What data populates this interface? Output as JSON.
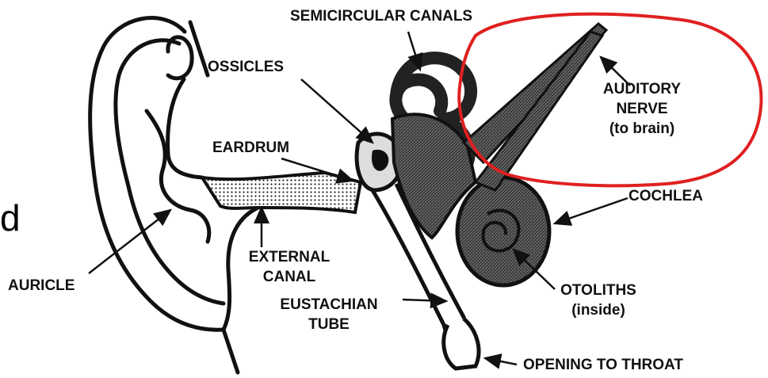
{
  "fragment_char": "d",
  "labels": {
    "semicircular_canals": "SEMICIRCULAR CANALS",
    "ossicles": "OSSICLES",
    "auditory_nerve": [
      "AUDITORY",
      "NERVE",
      "(to brain)"
    ],
    "eardrum": "EARDRUM",
    "cochlea": "COCHLEA",
    "auricle": "AURICLE",
    "external_canal": [
      "EXTERNAL",
      "CANAL"
    ],
    "eustachian_tube": [
      "EUSTACHIAN",
      "TUBE"
    ],
    "otoliths": [
      "OTOLITHS",
      "(inside)"
    ],
    "opening_to_throat": "OPENING TO THROAT"
  },
  "colors": {
    "ink": "#111111",
    "highlight_circle": "#e02020",
    "structure_fill": "#2c2c2c"
  }
}
